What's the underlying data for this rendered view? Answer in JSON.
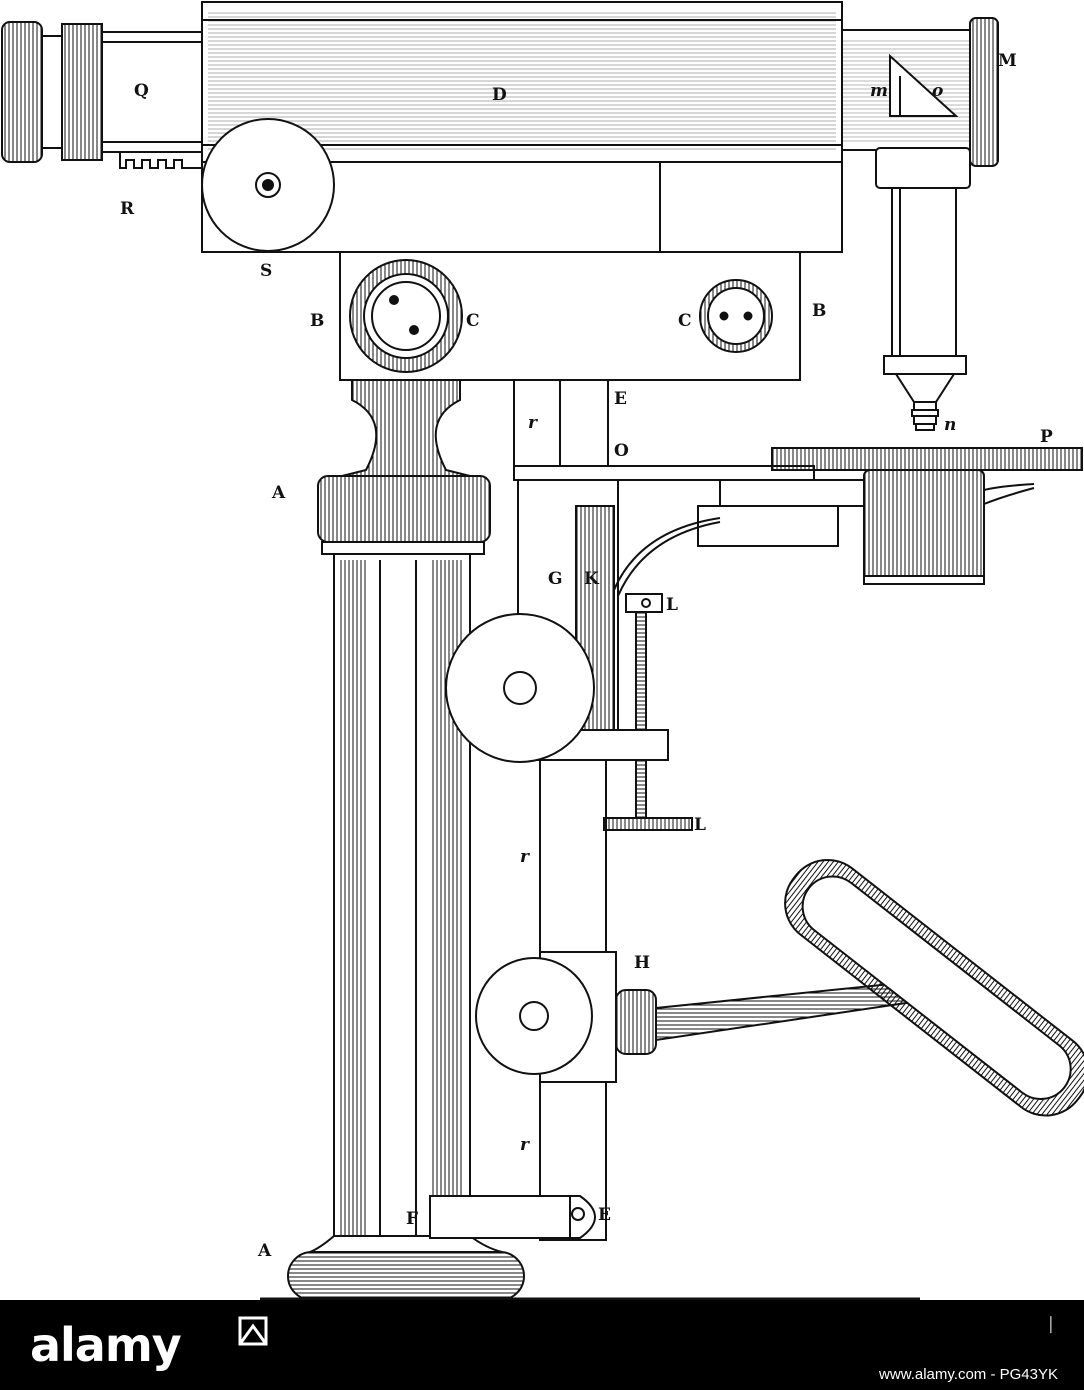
{
  "labels": {
    "Q": "Q",
    "D": "D",
    "M": "M",
    "m": "m",
    "o_prism": "o",
    "R": "R",
    "S": "S",
    "B_left": "B",
    "C_left": "C",
    "C_right": "C",
    "B_right": "B",
    "r_upper": "r",
    "E_upper": "E",
    "O": "O",
    "n": "n",
    "P": "P",
    "A_upper": "A",
    "G": "G",
    "K": "K",
    "L_upper": "L",
    "L_lower": "L",
    "r_middle": "r",
    "H": "H",
    "r_lower": "r",
    "F": "F",
    "E_lower": "E",
    "A_lower": "A"
  },
  "footer": {
    "logo": "alamy",
    "stock_id": "www.alamy.com - PG43YK",
    "colors": {
      "background": "#000000",
      "text": "#ffffff"
    }
  },
  "figure": {
    "ink": "#111111",
    "paper": "#ffffff"
  }
}
